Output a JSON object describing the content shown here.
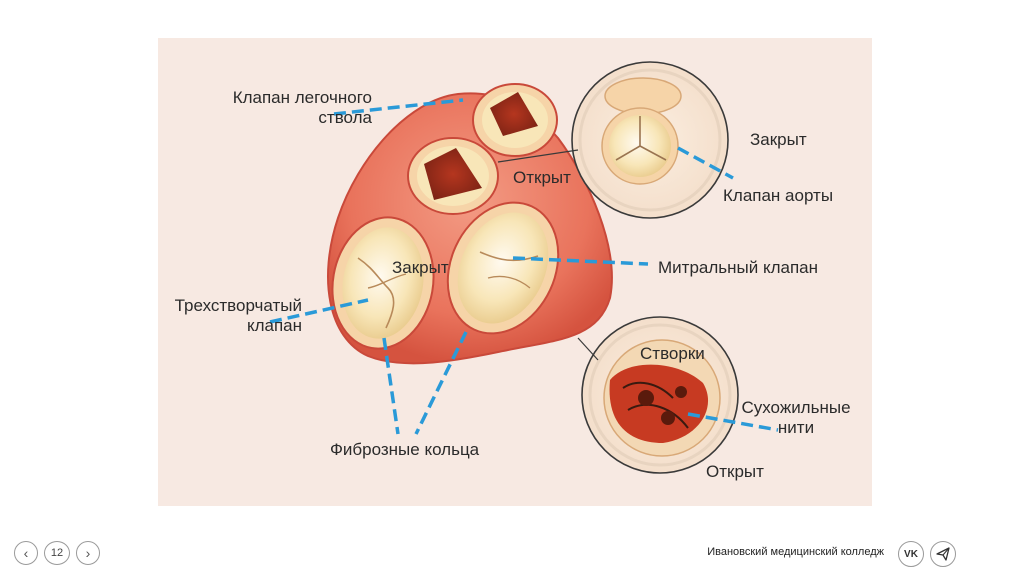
{
  "figure": {
    "labels": {
      "pulmonary_valve": "Клапан легочного\nствола",
      "open_top": "Открыт",
      "closed_right": "Закрыт",
      "aortic_valve": "Клапан аорты",
      "closed_center": "Закрыт",
      "mitral_valve": "Митральный клапан",
      "tricuspid_valve": "Трехстворчатый\nклапан",
      "leaflets": "Створки",
      "chordae": "Сухожильные\nнити",
      "fibrous_rings": "Фиброзные кольца",
      "open_bottom": "Открыт"
    },
    "colors": {
      "leader_line": "#2a9ad8",
      "tissue": "#e9735c",
      "tissue_dark": "#c9493a",
      "valve_inner": "#f8e6b8"
    }
  },
  "footer": {
    "prev_icon": "chevron-left-icon",
    "page_number": "12",
    "next_icon": "chevron-right-icon",
    "college": "Ивановский медицинский колледж",
    "vk_label": "VK",
    "telegram_icon": "paper-plane-icon"
  }
}
